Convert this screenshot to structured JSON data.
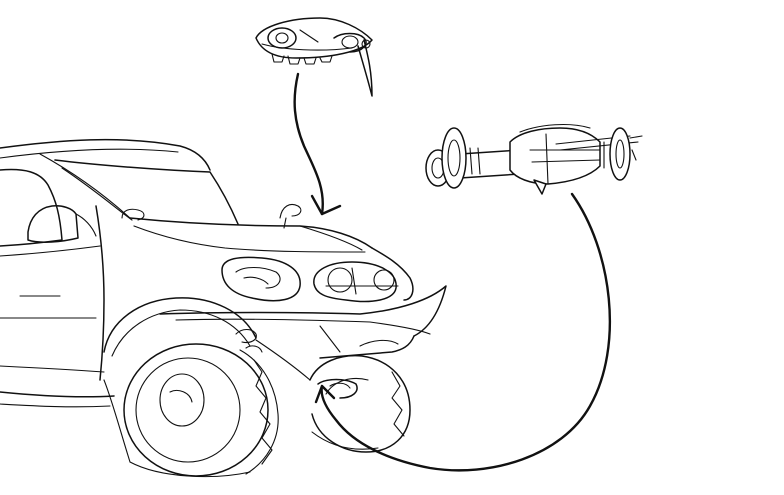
{
  "canvas": {
    "background": "#ffffff",
    "ink_color": "#111111"
  },
  "parts": [
    {
      "name": "headlight-assembly",
      "icon": "headlight-icon"
    },
    {
      "name": "exhaust-muffler-assembly",
      "icon": "muffler-icon"
    }
  ],
  "vehicle": {
    "name": "pickup-truck-front-sketch"
  }
}
